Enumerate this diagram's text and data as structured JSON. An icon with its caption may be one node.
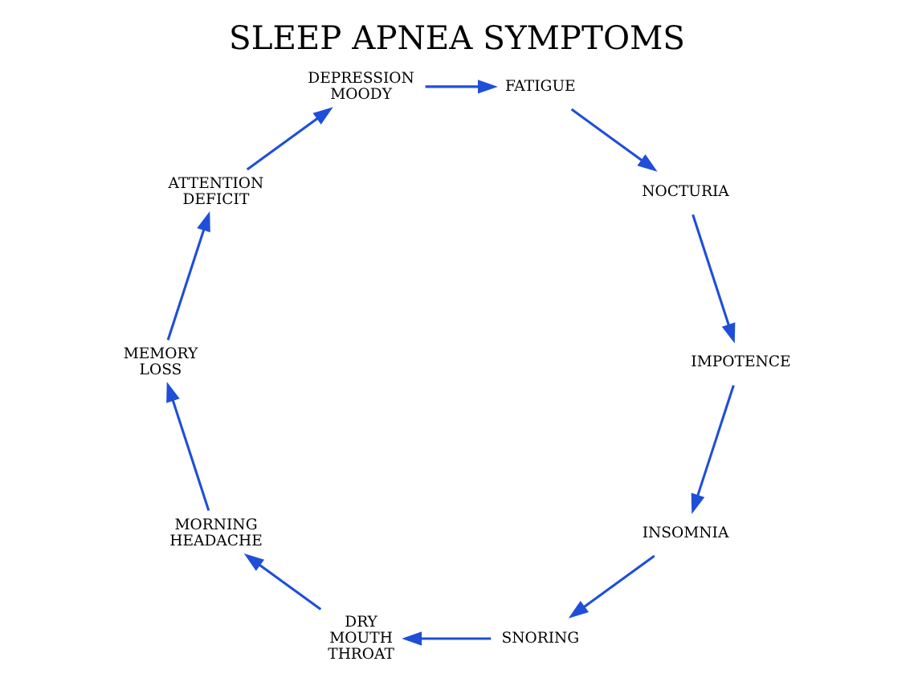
{
  "diagram": {
    "title": "SLEEP APNEA SYMPTOMS",
    "nodes": [
      {
        "text": [
          "INSOMNIA"
        ]
      },
      {
        "text": [
          "SNORING"
        ]
      },
      {
        "text": [
          "DRY MOUTH THROAT"
        ]
      },
      {
        "text": [
          "MORNING HEADACHE"
        ]
      },
      {
        "text": [
          "MEMORY LOSS"
        ]
      },
      {
        "text": [
          "ATTENTION DEFICIT"
        ]
      },
      {
        "text": [
          "DEPRESSION MOODY"
        ]
      },
      {
        "text": [
          "FATIGUE"
        ]
      },
      {
        "text": [
          "NOCTURIA"
        ]
      },
      {
        "text": [
          "IMPOTENCE"
        ]
      }
    ],
    "edges": [
      {
        "from": 0,
        "to": 1,
        "arrow": "to"
      },
      {
        "from": 1,
        "to": 2,
        "arrow": "to"
      },
      {
        "from": 2,
        "to": 3,
        "arrow": "to"
      },
      {
        "from": 3,
        "to": 4,
        "arrow": "to"
      },
      {
        "from": 4,
        "to": 5,
        "arrow": "to"
      },
      {
        "from": 5,
        "to": 6,
        "arrow": "to"
      },
      {
        "from": 6,
        "to": 7,
        "arrow": "to"
      },
      {
        "from": 7,
        "to": 8,
        "arrow": "to"
      },
      {
        "from": 8,
        "to": 9,
        "arrow": "to"
      },
      {
        "from": 9,
        "to": 0,
        "arrow": "to"
      }
    ]
  }
}
